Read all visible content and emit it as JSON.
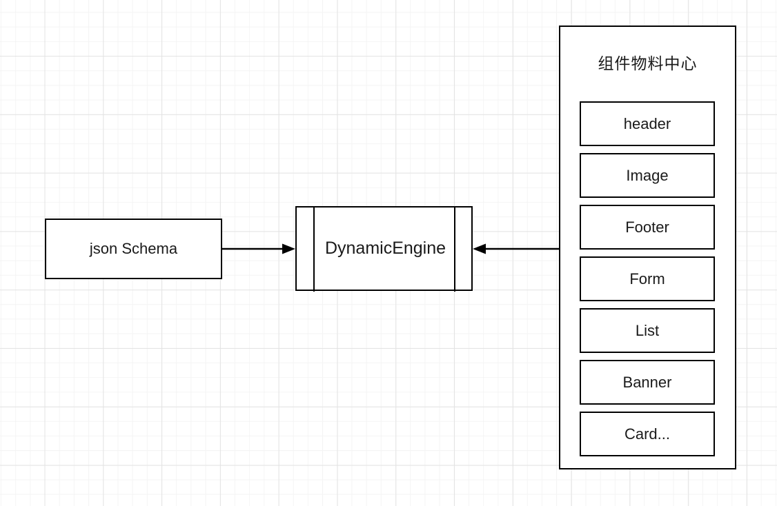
{
  "diagram": {
    "type": "flow-diagram",
    "background": {
      "grid": true,
      "minor_grid_color": "#f4f4f4",
      "major_grid_color": "#e3e3e3",
      "page_color": "#ffffff"
    },
    "stroke_color": "#000000",
    "text_color": "#1a1a1a"
  },
  "nodes": {
    "json_schema": {
      "label": "json Schema",
      "shape": "rectangle"
    },
    "dynamic_engine": {
      "label": "DynamicEngine",
      "shape": "subprocess"
    },
    "material_center": {
      "title": "组件物料中心",
      "shape": "container",
      "items": [
        {
          "label": "header"
        },
        {
          "label": "Image"
        },
        {
          "label": "Footer"
        },
        {
          "label": "Form"
        },
        {
          "label": "List"
        },
        {
          "label": "Banner"
        },
        {
          "label": "Card..."
        }
      ]
    }
  },
  "edges": [
    {
      "id": "json-schema-to-dynamic-engine",
      "from": "json_schema",
      "to": "dynamic_engine",
      "label": "",
      "arrow": "filled-right"
    },
    {
      "id": "material-center-to-dynamic-engine",
      "from": "material_center",
      "to": "dynamic_engine",
      "label": "",
      "arrow": "filled-left"
    }
  ]
}
